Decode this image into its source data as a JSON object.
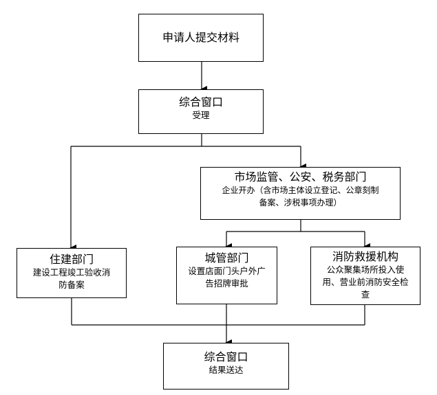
{
  "nodes": {
    "applicant": {
      "title": "申请人提交材料"
    },
    "window_accept": {
      "title": "综合窗口",
      "sub": "受理"
    },
    "market": {
      "title": "市场监管、公安、税务部门",
      "sub1": "企业开办（含市场主体设立登记、公章刻制",
      "sub2": "备案、涉税事项办理）"
    },
    "housing": {
      "title": "住建部门",
      "sub1": "建设工程竣工验收消",
      "sub2": "防备案"
    },
    "urban": {
      "title": "城管部门",
      "sub1": "设置店面门头户外广",
      "sub2": "告招牌审批"
    },
    "fire": {
      "title": "消防救援机构",
      "sub1": "公众聚集场所投入使",
      "sub2": "用、营业前消防安全检",
      "sub3": "查"
    },
    "window_result": {
      "title": "综合窗口",
      "sub": "结果送达"
    }
  }
}
